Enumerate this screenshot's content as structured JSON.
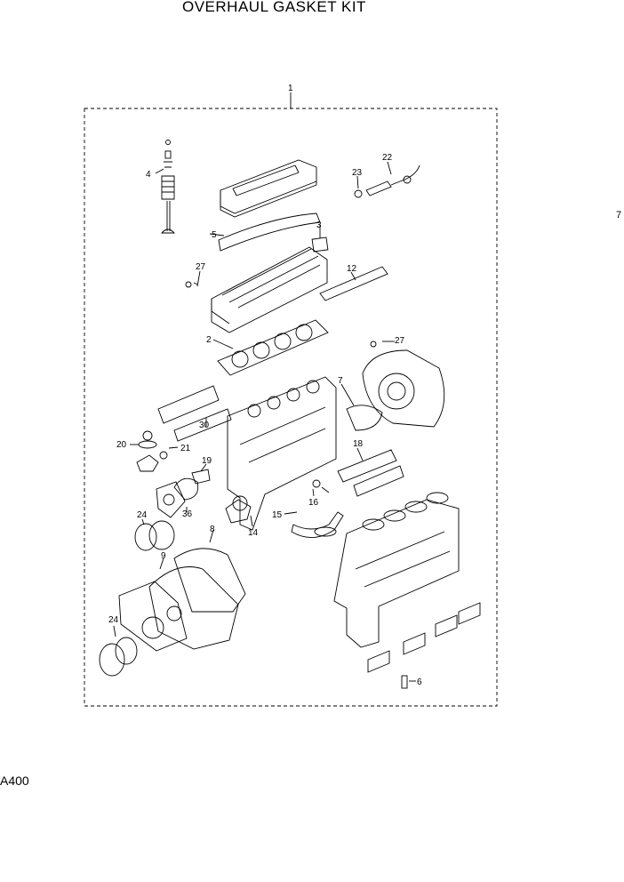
{
  "title": "OVERHAUL GASKET KIT",
  "side_number": "7",
  "drawing_code": "A400",
  "kit_label": "1",
  "callouts": [
    "4",
    "23",
    "22",
    "5",
    "3",
    "27",
    "12",
    "2",
    "27",
    "30",
    "7",
    "20",
    "21",
    "19",
    "18",
    "36",
    "16",
    "24",
    "15",
    "14",
    "8",
    "9",
    "24",
    "6"
  ]
}
